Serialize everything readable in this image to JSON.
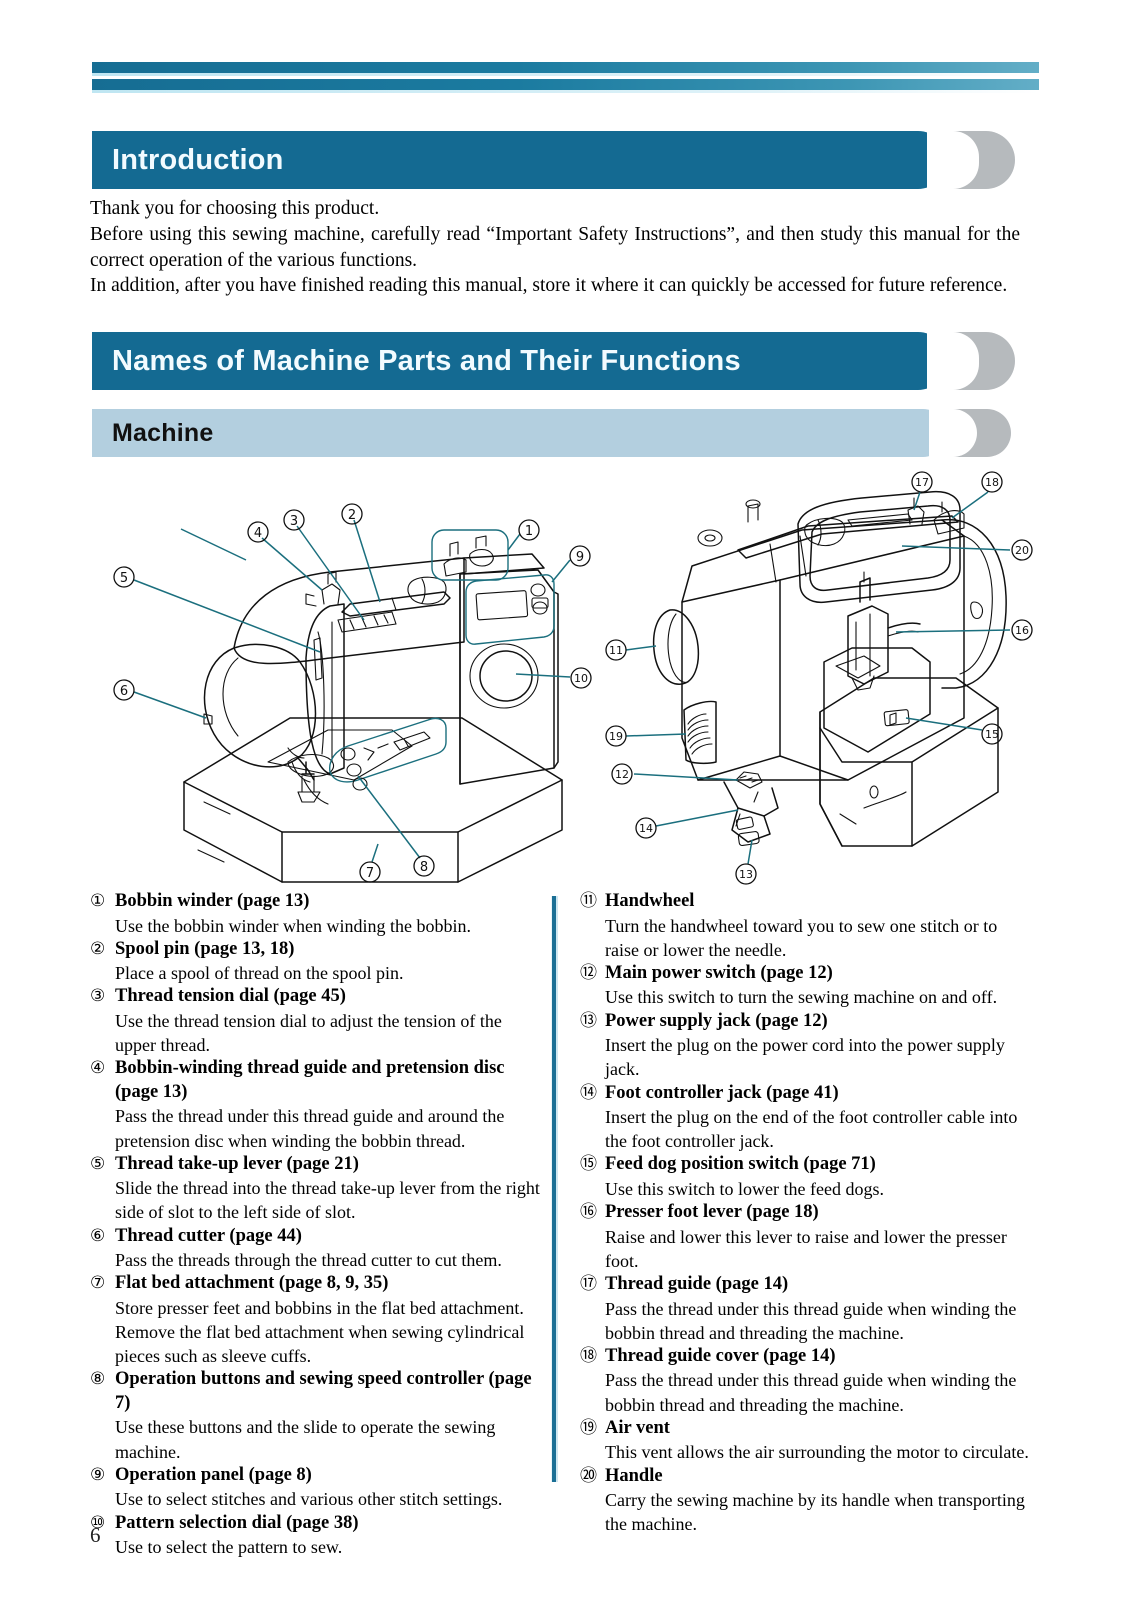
{
  "document": {
    "page_number": "6"
  },
  "colors": {
    "banner_primary": "#146a92",
    "banner_secondary": "#b3cfdf",
    "crescent": "#b6babd",
    "divider": "#1b6f95",
    "leader_line": "#1b6f7e"
  },
  "banners": {
    "introduction": "Introduction",
    "names_of_parts": "Names of Machine Parts and Their Functions",
    "machine": "Machine"
  },
  "intro": {
    "line1": "Thank you for choosing this product.",
    "line2": "Before using this sewing machine, carefully read “Important Safety Instructions”, and then study this manual for the correct operation of the various functions.",
    "line3": "In addition, after you have finished reading this manual, store it where it can quickly be accessed for future reference."
  },
  "figure": {
    "left_view_name": "sewing-machine-front-view",
    "right_view_name": "sewing-machine-rear-view",
    "callouts_left": [
      "1",
      "2",
      "3",
      "4",
      "5",
      "6",
      "7",
      "8",
      "9",
      "10"
    ],
    "callouts_right": [
      "11",
      "12",
      "13",
      "14",
      "15",
      "16",
      "17",
      "18",
      "19",
      "20"
    ]
  },
  "parts": {
    "left_column": [
      {
        "num": "①",
        "title": "Bobbin winder (page 13)",
        "desc": "Use the bobbin winder when winding the bobbin."
      },
      {
        "num": "②",
        "title": "Spool pin (page 13, 18)",
        "desc": "Place a spool of thread on the spool pin."
      },
      {
        "num": "③",
        "title": "Thread tension dial (page 45)",
        "desc": "Use the thread tension dial to adjust the tension of the upper thread."
      },
      {
        "num": "④",
        "title": "Bobbin-winding thread guide and pretension disc (page 13)",
        "desc": "Pass the thread under this thread guide and around the pretension disc when winding the bobbin thread."
      },
      {
        "num": "⑤",
        "title": "Thread take-up lever (page 21)",
        "desc": "Slide the thread into the thread take-up lever from the right side of slot to the left side of slot."
      },
      {
        "num": "⑥",
        "title": "Thread cutter (page 44)",
        "desc": "Pass the threads through the thread cutter to cut them."
      },
      {
        "num": "⑦",
        "title": "Flat bed attachment (page 8, 9, 35)",
        "desc": "Store presser feet and bobbins in the flat bed attachment. Remove the flat bed attachment when sewing cylindrical pieces such as sleeve cuffs."
      },
      {
        "num": "⑧",
        "title": "Operation buttons and sewing speed controller (page 7)",
        "desc": "Use these buttons and the slide to operate the sewing machine."
      },
      {
        "num": "⑨",
        "title": "Operation panel (page 8)",
        "desc": "Use to select stitches and various other stitch settings."
      },
      {
        "num": "⑩",
        "title": "Pattern selection dial (page 38)",
        "desc": "Use to select the pattern to sew."
      }
    ],
    "right_column": [
      {
        "num": "⑪",
        "title": "Handwheel",
        "desc": "Turn the handwheel toward you to sew one stitch or to raise or lower the needle."
      },
      {
        "num": "⑫",
        "title": "Main power switch (page 12)",
        "desc": "Use this switch to turn the sewing machine on and off."
      },
      {
        "num": "⑬",
        "title": "Power supply jack (page 12)",
        "desc": "Insert the plug on the power cord into the power supply jack."
      },
      {
        "num": "⑭",
        "title": "Foot controller jack (page 41)",
        "desc": "Insert the plug on the end of the foot controller cable into the foot controller jack."
      },
      {
        "num": "⑮",
        "title": "Feed dog position switch (page 71)",
        "desc": "Use this switch to lower the feed dogs."
      },
      {
        "num": "⑯",
        "title": "Presser foot lever (page 18)",
        "desc": "Raise and lower this lever to raise and lower the presser foot."
      },
      {
        "num": "⑰",
        "title": "Thread guide (page 14)",
        "desc": "Pass the thread under this thread guide when winding the bobbin thread and threading the machine."
      },
      {
        "num": "⑱",
        "title": "Thread guide cover (page 14)",
        "desc": "Pass the thread under this thread guide when winding the bobbin thread and threading the machine."
      },
      {
        "num": "⑲",
        "title": "Air vent",
        "desc": "This vent allows the air surrounding the motor to circulate."
      },
      {
        "num": "⑳",
        "title": "Handle",
        "desc": "Carry the sewing machine by its handle when transporting the machine."
      }
    ]
  }
}
